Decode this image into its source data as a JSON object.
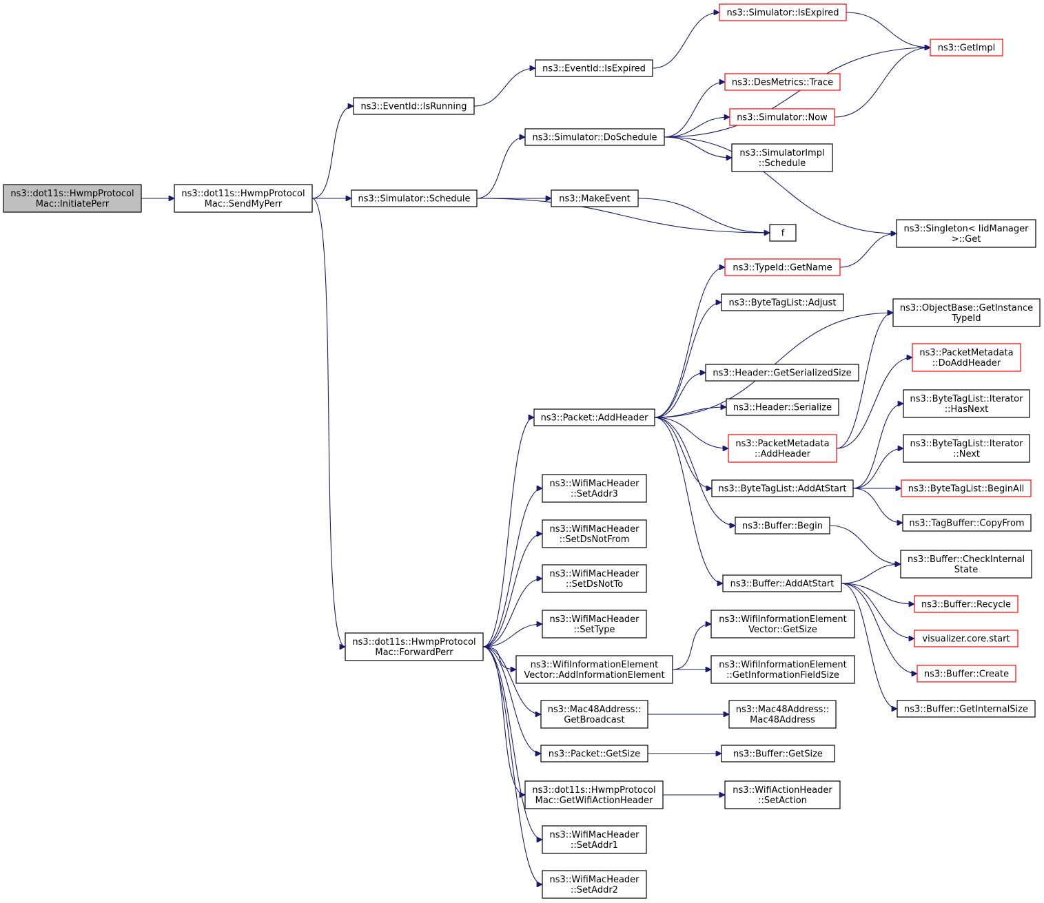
{
  "graph": {
    "colors": {
      "edge": "#191970",
      "border": "#000000",
      "truncated_border": "#ff0000",
      "root_fill": "#bfbfbf"
    },
    "nodes": [
      {
        "id": "initiate",
        "lines": [
          "ns3::dot11s::HwmpProtocol",
          "Mac::InitiatePerr"
        ],
        "root": true
      },
      {
        "id": "sendmyperr",
        "lines": [
          "ns3::dot11s::HwmpProtocol",
          "Mac::SendMyPerr"
        ]
      },
      {
        "id": "isrunning",
        "lines": [
          "ns3::EventId::IsRunning"
        ]
      },
      {
        "id": "eventisexpired",
        "lines": [
          "ns3::EventId::IsExpired"
        ]
      },
      {
        "id": "simisexpired",
        "lines": [
          "ns3::Simulator::IsExpired"
        ],
        "red": true
      },
      {
        "id": "getimpl",
        "lines": [
          "ns3::GetImpl"
        ],
        "red": true
      },
      {
        "id": "schedule",
        "lines": [
          "ns3::Simulator::Schedule"
        ]
      },
      {
        "id": "doschedule",
        "lines": [
          "ns3::Simulator::DoSchedule"
        ]
      },
      {
        "id": "desmetrics",
        "lines": [
          "ns3::DesMetrics::Trace"
        ],
        "red": true
      },
      {
        "id": "now",
        "lines": [
          "ns3::Simulator::Now"
        ],
        "red": true
      },
      {
        "id": "simimplschedule",
        "lines": [
          "ns3::SimulatorImpl",
          "::Schedule"
        ]
      },
      {
        "id": "makeevent",
        "lines": [
          "ns3::MakeEvent"
        ]
      },
      {
        "id": "f",
        "lines": [
          "f"
        ]
      },
      {
        "id": "singletonget",
        "lines": [
          "ns3::Singleton< IidManager",
          ">::Get"
        ]
      },
      {
        "id": "getname",
        "lines": [
          "ns3::TypeId::GetName"
        ],
        "red": true
      },
      {
        "id": "btladjust",
        "lines": [
          "ns3::ByteTagList::Adjust"
        ]
      },
      {
        "id": "getinstancetypeid",
        "lines": [
          "ns3::ObjectBase::GetInstance",
          "TypeId"
        ]
      },
      {
        "id": "pmdoaddheader",
        "lines": [
          "ns3::PacketMetadata",
          "::DoAddHeader"
        ],
        "red": true
      },
      {
        "id": "getserializedsize",
        "lines": [
          "ns3::Header::GetSerializedSize"
        ]
      },
      {
        "id": "headerserialize",
        "lines": [
          "ns3::Header::Serialize"
        ]
      },
      {
        "id": "addheader",
        "lines": [
          "ns3::Packet::AddHeader"
        ]
      },
      {
        "id": "pmaddheader",
        "lines": [
          "ns3::PacketMetadata",
          "::AddHeader"
        ],
        "red": true
      },
      {
        "id": "btlhasnext",
        "lines": [
          "ns3::ByteTagList::Iterator",
          "::HasNext"
        ]
      },
      {
        "id": "btlnext",
        "lines": [
          "ns3::ByteTagList::Iterator",
          "::Next"
        ]
      },
      {
        "id": "btladdatstart",
        "lines": [
          "ns3::ByteTagList::AddAtStart"
        ]
      },
      {
        "id": "btlbeginall",
        "lines": [
          "ns3::ByteTagList::BeginAll"
        ],
        "red": true
      },
      {
        "id": "tagbuffercopyfrom",
        "lines": [
          "ns3::TagBuffer::CopyFrom"
        ]
      },
      {
        "id": "bufferbegin",
        "lines": [
          "ns3::Buffer::Begin"
        ]
      },
      {
        "id": "checkinternalstate",
        "lines": [
          "ns3::Buffer::CheckInternal",
          "State"
        ]
      },
      {
        "id": "bufferaddatstart",
        "lines": [
          "ns3::Buffer::AddAtStart"
        ]
      },
      {
        "id": "bufferrecycle",
        "lines": [
          "ns3::Buffer::Recycle"
        ],
        "red": true
      },
      {
        "id": "vizstart",
        "lines": [
          "visualizer.core.start"
        ],
        "red": true
      },
      {
        "id": "buffercreate",
        "lines": [
          "ns3::Buffer::Create"
        ],
        "red": true
      },
      {
        "id": "bufferinternalsize",
        "lines": [
          "ns3::Buffer::GetInternalSize"
        ]
      },
      {
        "id": "setaddr3",
        "lines": [
          "ns3::WifiMacHeader",
          "::SetAddr3"
        ]
      },
      {
        "id": "setdsnotfrom",
        "lines": [
          "ns3::WifiMacHeader",
          "::SetDsNotFrom"
        ]
      },
      {
        "id": "setdsnotto",
        "lines": [
          "ns3::WifiMacHeader",
          "::SetDsNotTo"
        ]
      },
      {
        "id": "settype",
        "lines": [
          "ns3::WifiMacHeader",
          "::SetType"
        ]
      },
      {
        "id": "forwardperr",
        "lines": [
          "ns3::dot11s::HwmpProtocol",
          "Mac::ForwardPerr"
        ]
      },
      {
        "id": "wievgetsize",
        "lines": [
          "ns3::WifiInformationElement",
          "Vector::GetSize"
        ]
      },
      {
        "id": "addinfoelement",
        "lines": [
          "ns3::WifiInformationElement",
          "Vector::AddInformationElement"
        ]
      },
      {
        "id": "getinfofieldsize",
        "lines": [
          "ns3::WifiInformationElement",
          "::GetInformationFieldSize"
        ]
      },
      {
        "id": "getbroadcast",
        "lines": [
          "ns3::Mac48Address::",
          "GetBroadcast"
        ]
      },
      {
        "id": "mac48address",
        "lines": [
          "ns3::Mac48Address::",
          "Mac48Address"
        ]
      },
      {
        "id": "packetgetsize",
        "lines": [
          "ns3::Packet::GetSize"
        ]
      },
      {
        "id": "buffergetsize",
        "lines": [
          "ns3::Buffer::GetSize"
        ]
      },
      {
        "id": "getwifiactionheader",
        "lines": [
          "ns3::dot11s::HwmpProtocol",
          "Mac::GetWifiActionHeader"
        ]
      },
      {
        "id": "setaction",
        "lines": [
          "ns3::WifiActionHeader",
          "::SetAction"
        ]
      },
      {
        "id": "setaddr1",
        "lines": [
          "ns3::WifiMacHeader",
          "::SetAddr1"
        ]
      },
      {
        "id": "setaddr2",
        "lines": [
          "ns3::WifiMacHeader",
          "::SetAddr2"
        ]
      }
    ],
    "edges": [
      [
        "initiate",
        "sendmyperr"
      ],
      [
        "sendmyperr",
        "isrunning"
      ],
      [
        "sendmyperr",
        "schedule"
      ],
      [
        "sendmyperr",
        "forwardperr"
      ],
      [
        "isrunning",
        "eventisexpired"
      ],
      [
        "eventisexpired",
        "simisexpired"
      ],
      [
        "simisexpired",
        "getimpl"
      ],
      [
        "schedule",
        "doschedule"
      ],
      [
        "schedule",
        "makeevent"
      ],
      [
        "schedule",
        "f"
      ],
      [
        "makeevent",
        "f"
      ],
      [
        "doschedule",
        "getimpl"
      ],
      [
        "doschedule",
        "desmetrics"
      ],
      [
        "doschedule",
        "now"
      ],
      [
        "doschedule",
        "simimplschedule"
      ],
      [
        "doschedule",
        "singletonget"
      ],
      [
        "now",
        "getimpl"
      ],
      [
        "getname",
        "singletonget"
      ],
      [
        "forwardperr",
        "addheader"
      ],
      [
        "forwardperr",
        "setaddr3"
      ],
      [
        "forwardperr",
        "setdsnotfrom"
      ],
      [
        "forwardperr",
        "setdsnotto"
      ],
      [
        "forwardperr",
        "settype"
      ],
      [
        "forwardperr",
        "addinfoelement"
      ],
      [
        "forwardperr",
        "getbroadcast"
      ],
      [
        "forwardperr",
        "packetgetsize"
      ],
      [
        "forwardperr",
        "getwifiactionheader"
      ],
      [
        "forwardperr",
        "setaddr1"
      ],
      [
        "forwardperr",
        "setaddr2"
      ],
      [
        "addheader",
        "getname"
      ],
      [
        "addheader",
        "btladjust"
      ],
      [
        "addheader",
        "getinstancetypeid"
      ],
      [
        "addheader",
        "getserializedsize"
      ],
      [
        "addheader",
        "headerserialize"
      ],
      [
        "addheader",
        "pmaddheader"
      ],
      [
        "addheader",
        "btladdatstart"
      ],
      [
        "addheader",
        "bufferbegin"
      ],
      [
        "addheader",
        "bufferaddatstart"
      ],
      [
        "pmaddheader",
        "pmdoaddheader"
      ],
      [
        "pmaddheader",
        "getinstancetypeid"
      ],
      [
        "btladdatstart",
        "btlhasnext"
      ],
      [
        "btladdatstart",
        "btlnext"
      ],
      [
        "btladdatstart",
        "btlbeginall"
      ],
      [
        "btladdatstart",
        "tagbuffercopyfrom"
      ],
      [
        "bufferbegin",
        "checkinternalstate"
      ],
      [
        "bufferaddatstart",
        "checkinternalstate"
      ],
      [
        "bufferaddatstart",
        "bufferrecycle"
      ],
      [
        "bufferaddatstart",
        "vizstart"
      ],
      [
        "bufferaddatstart",
        "buffercreate"
      ],
      [
        "bufferaddatstart",
        "bufferinternalsize"
      ],
      [
        "addinfoelement",
        "wievgetsize"
      ],
      [
        "addinfoelement",
        "getinfofieldsize"
      ],
      [
        "getbroadcast",
        "mac48address"
      ],
      [
        "packetgetsize",
        "buffergetsize"
      ],
      [
        "getwifiactionheader",
        "setaction"
      ]
    ]
  }
}
